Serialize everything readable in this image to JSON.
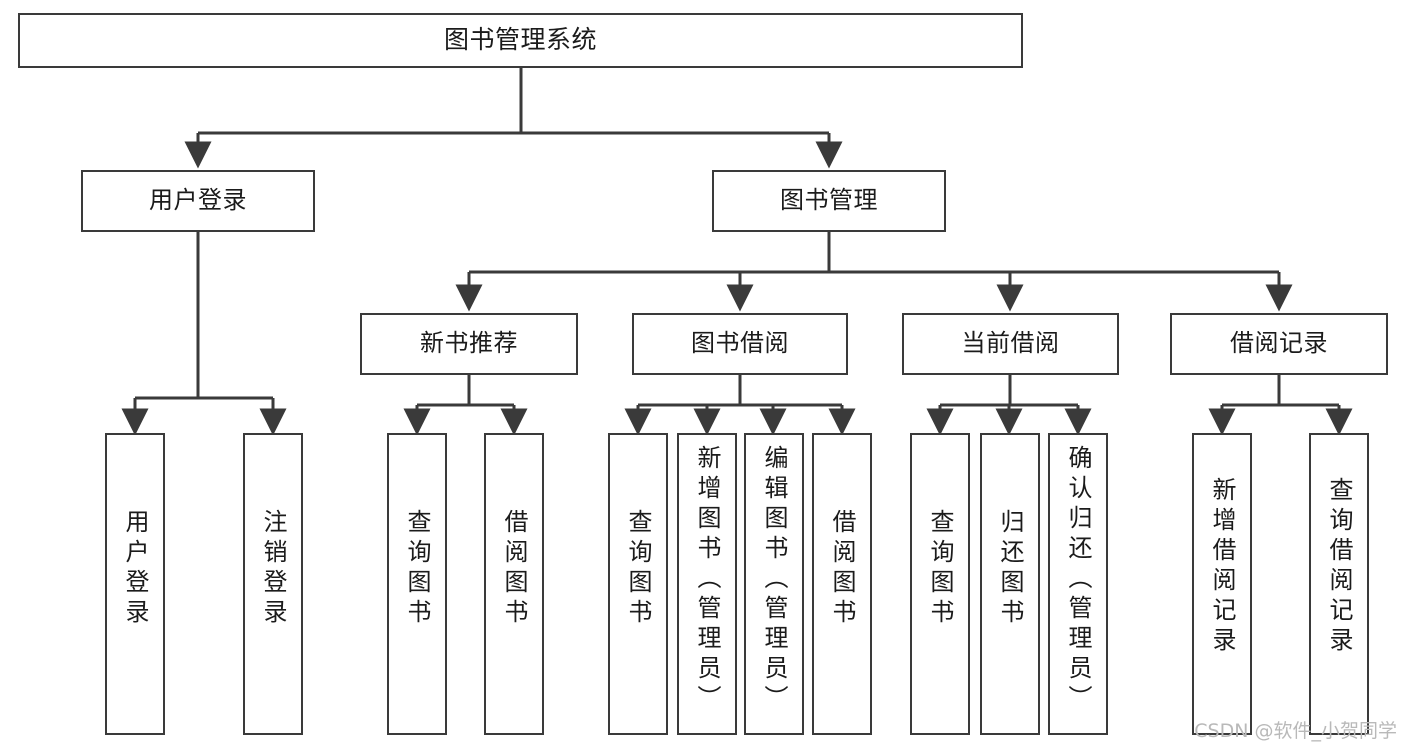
{
  "diagram": {
    "title": "图书管理系统",
    "type": "hierarchy-tree",
    "orientation": "top-down",
    "line_color": "#3a3a3a",
    "box_fill": "#ffffff",
    "text_color": "#1b1b1b",
    "watermark": "CSDN @软件_小贺同学"
  },
  "nodes": {
    "root": {
      "label": "图书管理系统"
    },
    "level2": [
      {
        "id": "user-login",
        "label": "用户登录"
      },
      {
        "id": "book-manage",
        "label": "图书管理"
      }
    ],
    "level3": [
      {
        "id": "new-book-recommend",
        "label": "新书推荐"
      },
      {
        "id": "book-borrow",
        "label": "图书借阅"
      },
      {
        "id": "current-borrow",
        "label": "当前借阅"
      },
      {
        "id": "borrow-record",
        "label": "借阅记录"
      }
    ],
    "leaves": {
      "user_login": [
        {
          "id": "leaf-user-login",
          "label": "用户登录"
        },
        {
          "id": "leaf-user-logout",
          "label": "注销登录"
        }
      ],
      "new_book_recommend": [
        {
          "id": "leaf-query-book-1",
          "label": "查询图书"
        },
        {
          "id": "leaf-borrow-book-1",
          "label": "借阅图书"
        }
      ],
      "book_borrow": [
        {
          "id": "leaf-query-book-2",
          "label": "查询图书"
        },
        {
          "id": "leaf-add-book",
          "label": "新增图书（管理员）"
        },
        {
          "id": "leaf-edit-book",
          "label": "编辑图书（管理员）"
        },
        {
          "id": "leaf-borrow-book-2",
          "label": "借阅图书"
        }
      ],
      "current_borrow": [
        {
          "id": "leaf-query-book-3",
          "label": "查询图书"
        },
        {
          "id": "leaf-return-book",
          "label": "归还图书"
        },
        {
          "id": "leaf-confirm-return",
          "label": "确认归还（管理员）"
        }
      ],
      "borrow_record": [
        {
          "id": "leaf-add-record",
          "label": "新增借阅记录"
        },
        {
          "id": "leaf-query-record",
          "label": "查询借阅记录"
        }
      ]
    }
  }
}
